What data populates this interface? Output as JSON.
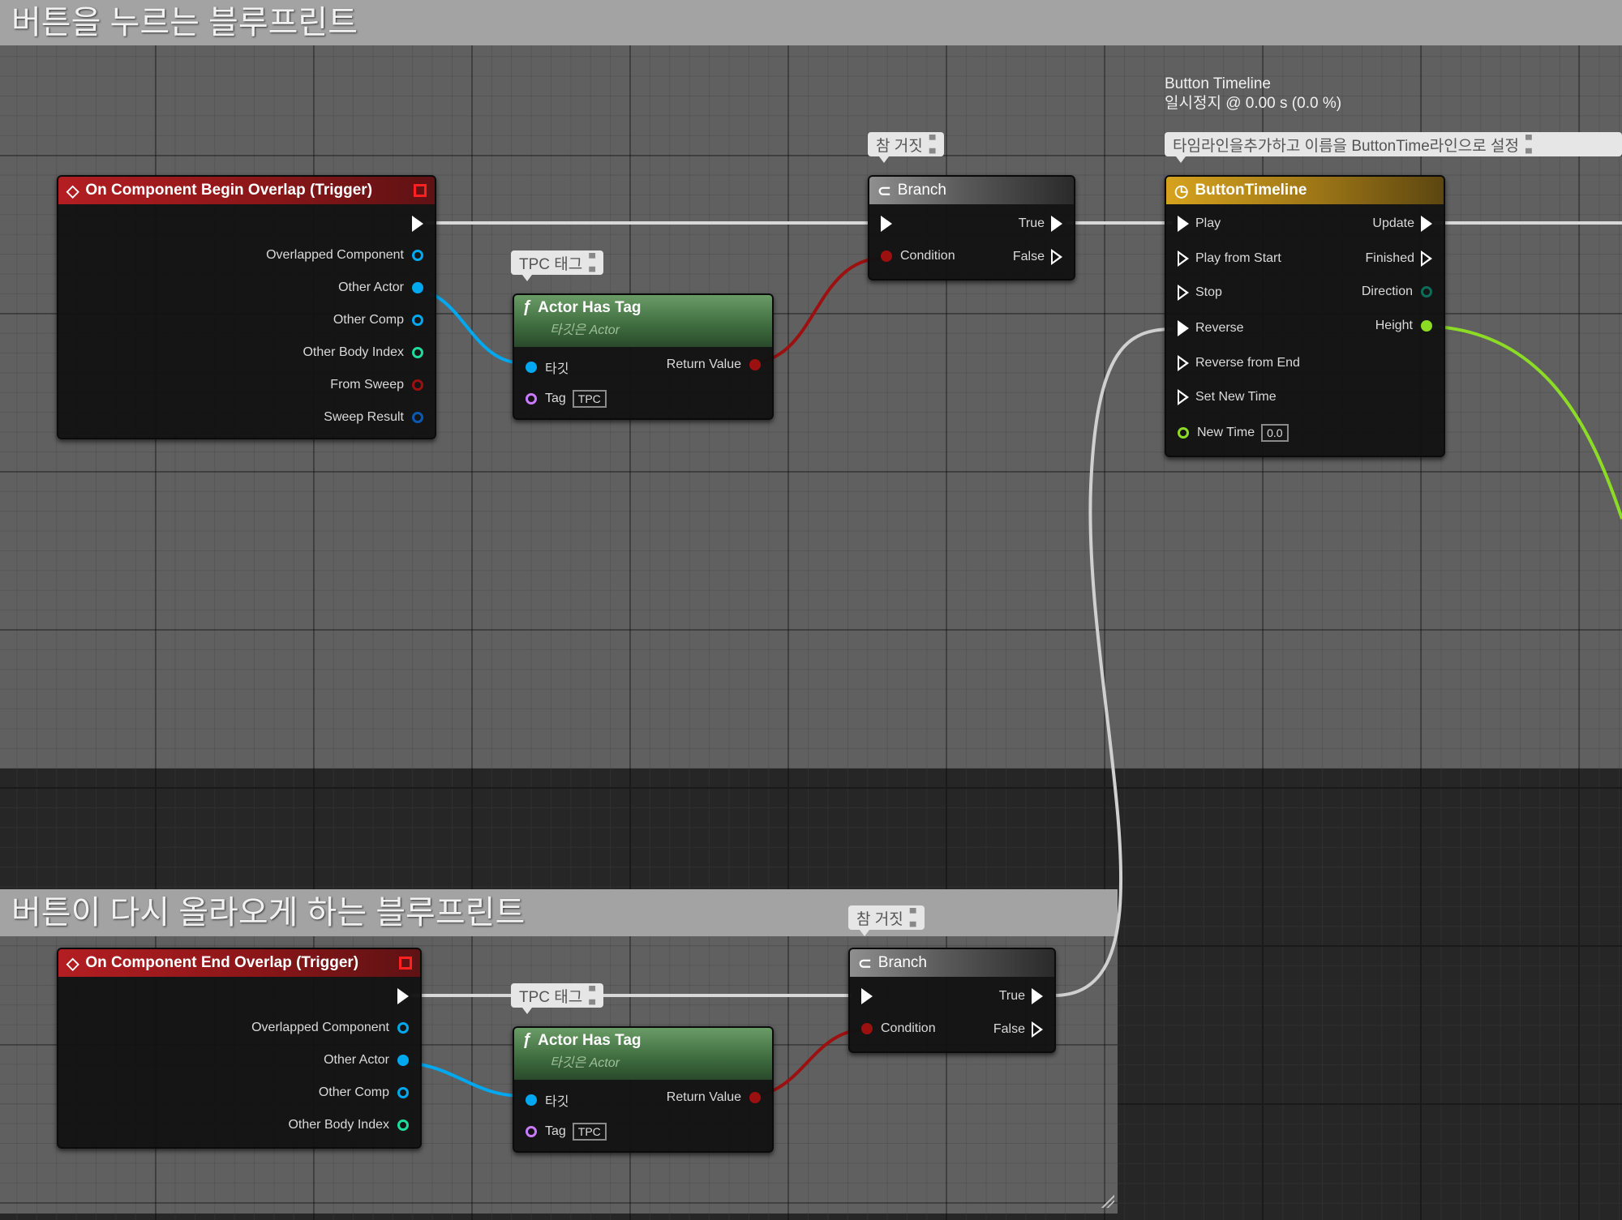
{
  "comments": {
    "top_title": "버튼을 누르는 블루프린트",
    "bottom_title": "버튼이 다시 올라오게 하는 블루프린트"
  },
  "bubbles": {
    "branch_top": "참 거짓",
    "branch_bottom": "참 거짓",
    "tag_top": "TPC 태그",
    "tag_bottom": "TPC 태그",
    "timeline_note": "타임라인을추가하고 이름을 ButtonTime라인으로 설정"
  },
  "timeline_status": {
    "line1": "Button Timeline",
    "line2": "일시정지 @ 0.00 s (0.0 %)"
  },
  "event_begin": {
    "title": "On Component Begin Overlap (Trigger)",
    "pins": [
      "Overlapped Component",
      "Other Actor",
      "Other Comp",
      "Other Body Index",
      "From Sweep",
      "Sweep Result"
    ]
  },
  "event_end": {
    "title": "On Component End Overlap (Trigger)",
    "pins": [
      "Overlapped Component",
      "Other Actor",
      "Other Comp",
      "Other Body Index"
    ]
  },
  "actor_has_tag": {
    "title": "Actor Has Tag",
    "subtitle": "타깃은 Actor",
    "target_label": "타깃",
    "return_label": "Return Value",
    "tag_label": "Tag",
    "tag_value": "TPC"
  },
  "branch": {
    "title": "Branch",
    "condition": "Condition",
    "true_label": "True",
    "false_label": "False"
  },
  "timeline": {
    "title": "ButtonTimeline",
    "inputs": [
      "Play",
      "Play from Start",
      "Stop",
      "Reverse",
      "Reverse from End",
      "Set New Time",
      "New Time"
    ],
    "outputs": [
      "Update",
      "Finished",
      "Direction",
      "Height"
    ],
    "new_time_value": "0.0"
  },
  "colors": {
    "exec_wire": "#e8e8e8",
    "object_pin": "#00a8f0",
    "bool_pin": "#9c1010",
    "int_pin": "#1edc9c",
    "float_pin": "#8cdc26",
    "name_pin": "#c77cff",
    "struct_pin": "#0a5ab4",
    "enum_pin": "#0a6e5a"
  }
}
